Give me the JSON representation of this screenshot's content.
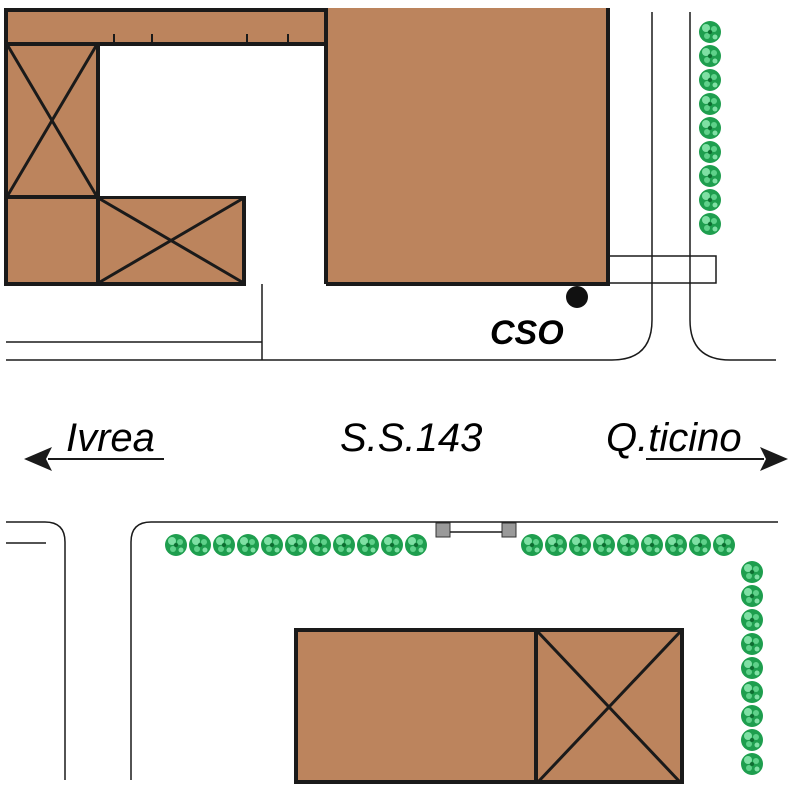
{
  "labels": {
    "west": "Ivrea",
    "road": "S.S.143",
    "east": "Q.ticino",
    "point": "CSO"
  },
  "colors": {
    "building": "#bc845d",
    "outline": "#1a1a1a",
    "tree": "#1e9e4e",
    "tree_light": "#5fd18a",
    "gate_post": "#9a9a9a"
  }
}
